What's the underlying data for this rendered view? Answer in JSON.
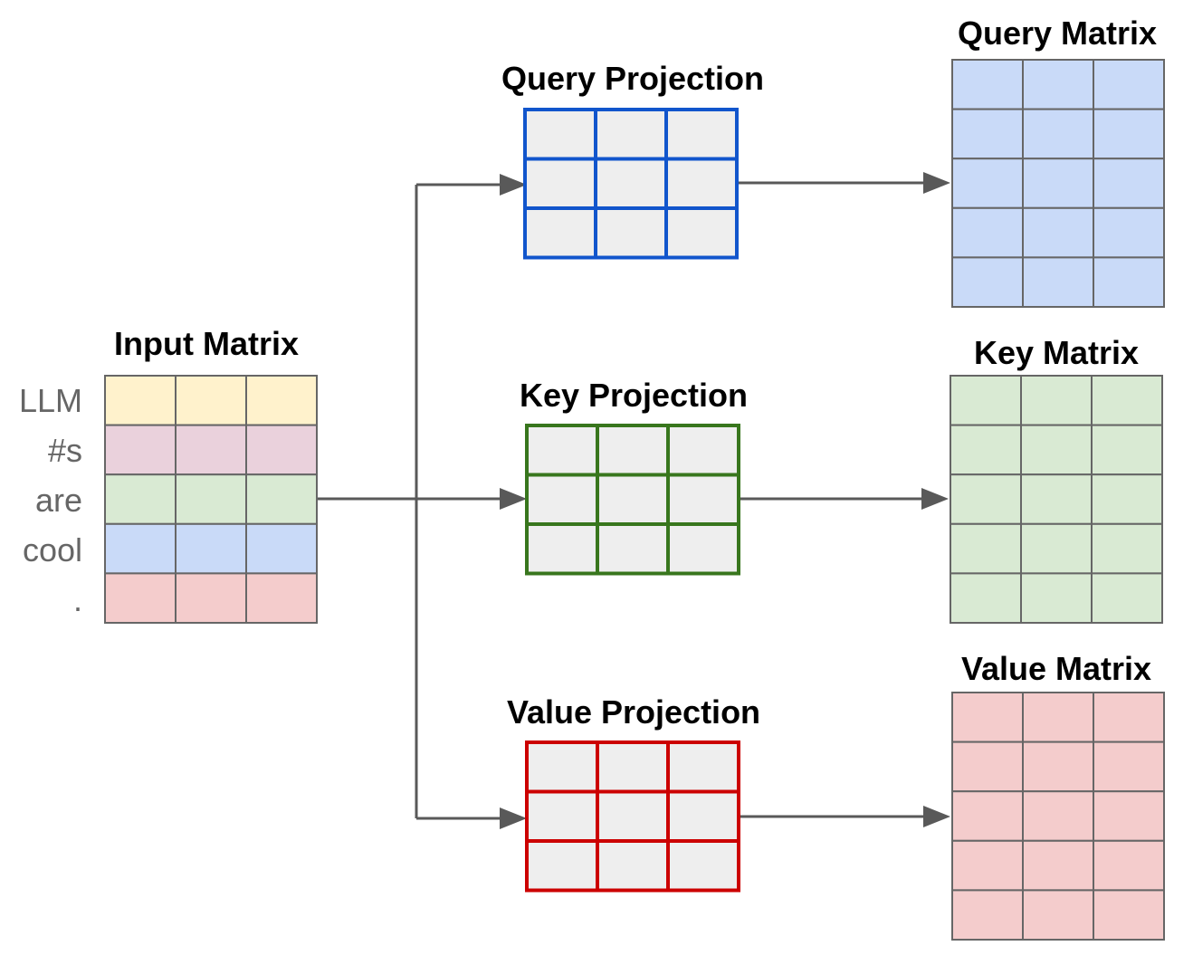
{
  "input_matrix": {
    "title": "Input Matrix",
    "tokens": [
      "LLM",
      "#s",
      "are",
      "cool",
      "."
    ],
    "row_colors": [
      "#fff2cc",
      "#ead1dc",
      "#d9ead3",
      "#c9daf8",
      "#f4cccc"
    ],
    "grid_color": "#666666",
    "rows": 5,
    "cols": 3
  },
  "projections": [
    {
      "title": "Query Projection",
      "border_color": "#1155cc",
      "fill": "#eeeeee",
      "rows": 3,
      "cols": 3
    },
    {
      "title": "Key Projection",
      "border_color": "#38761d",
      "fill": "#eeeeee",
      "rows": 3,
      "cols": 3
    },
    {
      "title": "Value Projection",
      "border_color": "#cc0000",
      "fill": "#eeeeee",
      "rows": 3,
      "cols": 3
    }
  ],
  "outputs": [
    {
      "title": "Query Matrix",
      "fill": "#c9daf8",
      "grid_color": "#666666",
      "rows": 5,
      "cols": 3
    },
    {
      "title": "Key Matrix",
      "fill": "#d9ead3",
      "grid_color": "#666666",
      "rows": 5,
      "cols": 3
    },
    {
      "title": "Value Matrix",
      "fill": "#f4cccc",
      "grid_color": "#666666",
      "rows": 5,
      "cols": 3
    }
  ],
  "arrow_color": "#595959"
}
